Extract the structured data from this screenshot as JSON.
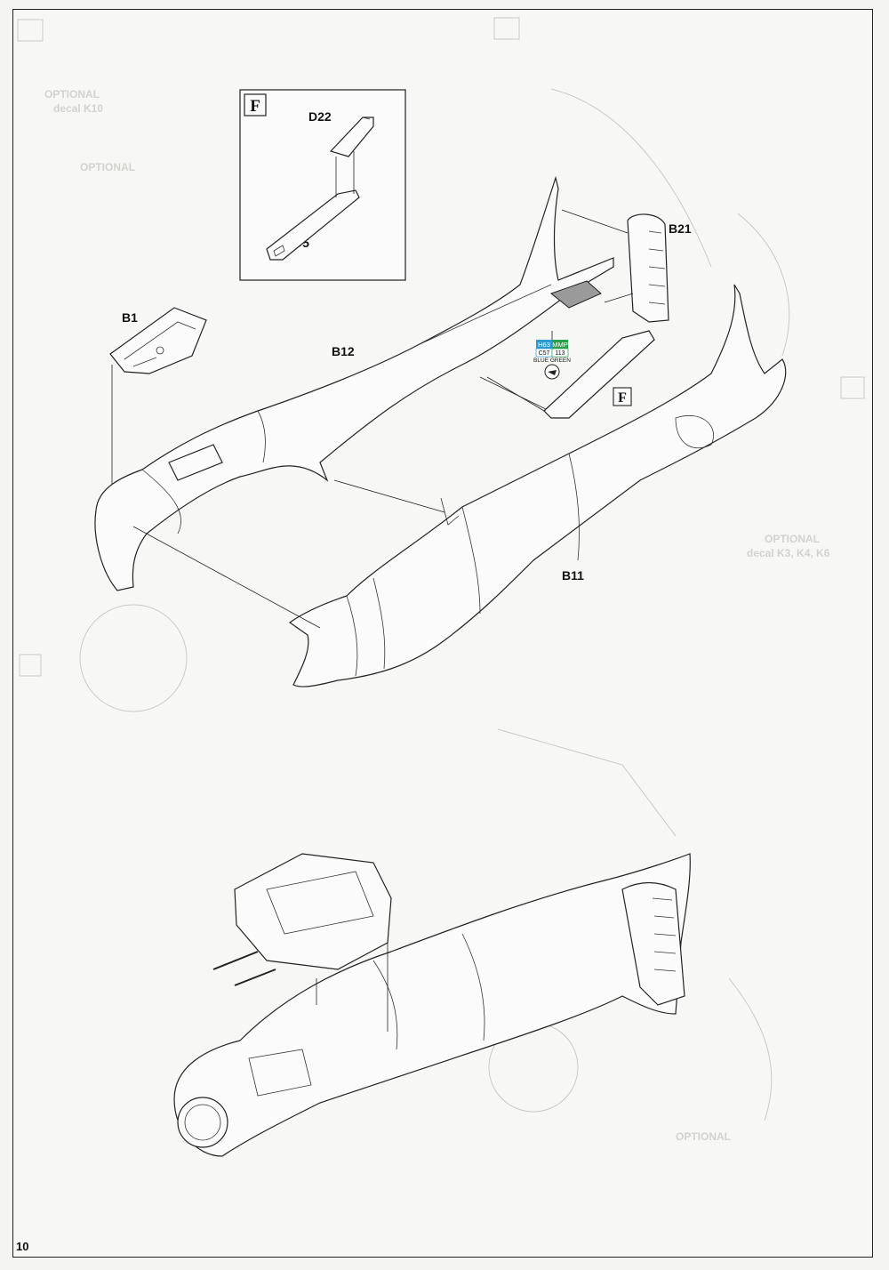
{
  "page_number": "10",
  "step_box": {
    "letter": "F",
    "parts": [
      "D22",
      "D5"
    ]
  },
  "part_labels": {
    "b1": "B1",
    "b12": "B12",
    "b21": "B21",
    "b11": "B11"
  },
  "sub_assembly_ref": "F",
  "paint_callout": {
    "codes_top": [
      "H63",
      "MMP"
    ],
    "codes_bottom": [
      "C57",
      "113"
    ],
    "color_name": "BLUE GREEN",
    "colors": {
      "h63_box": "#2d9bd1",
      "mmp_box": "#2aa24a"
    }
  }
}
